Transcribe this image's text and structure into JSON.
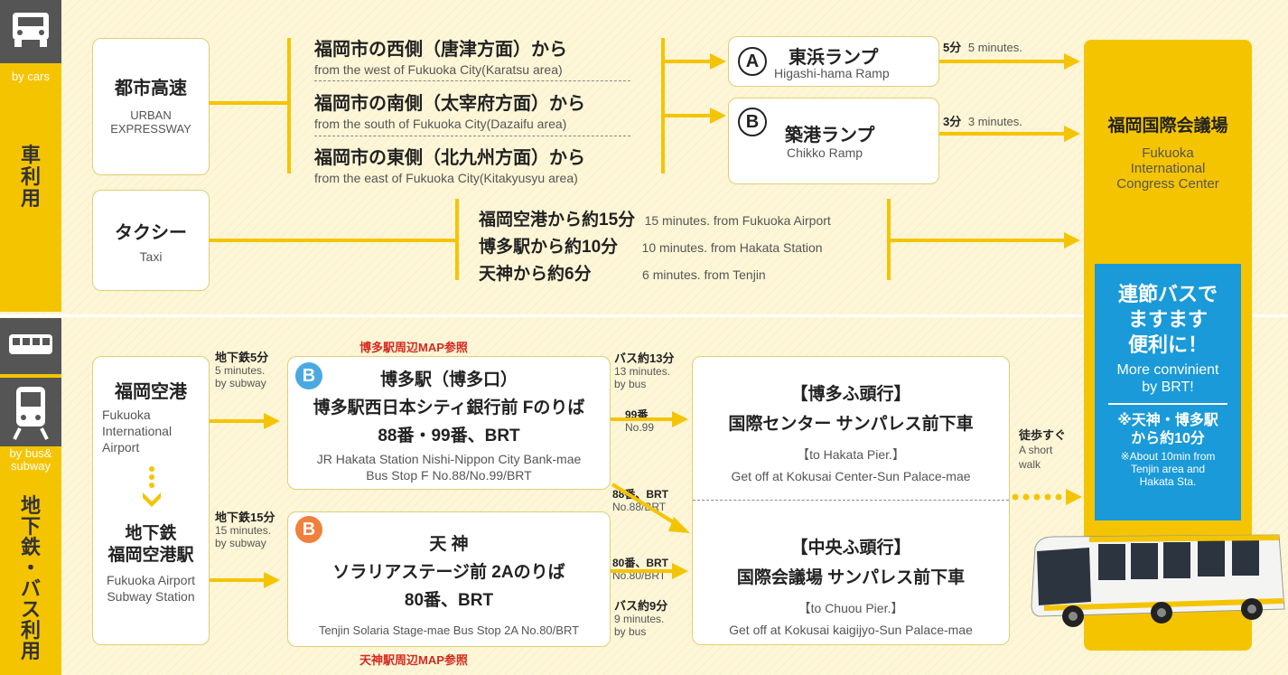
{
  "cars": {
    "label_en": "by cars",
    "label_jp": "車利用",
    "urban": {
      "jp": "都市高速",
      "en1": "URBAN",
      "en2": "EXPRESSWAY"
    },
    "routes": [
      {
        "jp": "福岡市の西側（唐津方面）から",
        "en": "from the west of Fukuoka City(Karatsu area)"
      },
      {
        "jp": "福岡市の南側（太宰府方面）から",
        "en": "from the south of Fukuoka City(Dazaifu area)"
      },
      {
        "jp": "福岡市の東側（北九州方面）から",
        "en": "from the east of Fukuoka City(Kitakyusyu area)"
      }
    ],
    "ramp_a": {
      "mark": "A",
      "jp": "東浜ランプ",
      "en": "Higashi-hama Ramp",
      "time_jp": "5分",
      "time_en": "5 minutes."
    },
    "ramp_b": {
      "mark": "B",
      "jp": "築港ランプ",
      "en": "Chikko Ramp",
      "time_jp": "3分",
      "time_en": "3 minutes."
    },
    "taxi": {
      "jp": "タクシー",
      "en": "Taxi"
    },
    "taxi_times": [
      {
        "jp": "福岡空港から約15分",
        "en": "15 minutes. from Fukuoka Airport"
      },
      {
        "jp": "博多駅から約10分",
        "en": "10 minutes. from Hakata Station"
      },
      {
        "jp": "天神から約6分",
        "en": "6 minutes. from Tenjin"
      }
    ]
  },
  "destination": {
    "jp": "福岡国際会議場",
    "en1": "Fukuoka",
    "en2": "International",
    "en3": "Congress Center"
  },
  "brt_panel": {
    "jp1": "連節バスで",
    "jp2": "ますます",
    "jp3": "便利に！",
    "en1": "More convinient",
    "en2": "by BRT!",
    "note_jp1": "※天神・博多駅",
    "note_jp2": "から約10分",
    "note_en1": "※About 10min from",
    "note_en2": "Tenjin area and",
    "note_en3": "Hakata Sta."
  },
  "bus": {
    "label_en1": "by bus&",
    "label_en2": "subway",
    "label_jp": "地下鉄・バス利用",
    "airport": {
      "jp": "福岡空港",
      "en1": "Fukuoka",
      "en2": "International",
      "en3": "Airport"
    },
    "subway_station": {
      "jp1": "地下鉄",
      "jp2": "福岡空港駅",
      "en1": "Fukuoka Airport",
      "en2": "Subway Station"
    },
    "subway5": {
      "jp": "地下鉄5分",
      "en1": "5 minutes.",
      "en2": "by subway"
    },
    "subway15": {
      "jp": "地下鉄15分",
      "en1": "15 minutes.",
      "en2": "by subway"
    },
    "hakata_map": "博多駅周辺MAP参照",
    "tenjin_map": "天神駅周辺MAP参照",
    "hakata_stop": {
      "mark": "B",
      "jp1": "博多駅（博多口）",
      "jp2": "博多駅西日本シティ銀行前 Fのりば",
      "jp3": "88番・99番、BRT",
      "en1": "JR Hakata Station Nishi-Nippon City Bank-mae",
      "en2": "Bus Stop F  No.88/No.99/BRT"
    },
    "tenjin_stop": {
      "mark": "B",
      "jp1": "天 神",
      "jp2": "ソラリアステージ前 2Aのりば",
      "jp3": "80番、BRT",
      "en1": "Tenjin  Solaria Stage-mae Bus Stop 2A  No.80/BRT"
    },
    "bus13": {
      "jp": "バス約13分",
      "en1": "13 minutes.",
      "en2": "by bus"
    },
    "no99": {
      "jp": "99番",
      "en": "No.99"
    },
    "no88": {
      "jp": "88番、BRT",
      "en": "No.88/BRT"
    },
    "no80": {
      "jp": "80番、BRT",
      "en": "No.80/BRT"
    },
    "bus9": {
      "jp": "バス約9分",
      "en1": "9 minutes.",
      "en2": "by bus"
    },
    "hakata_pier": {
      "jp1": "【博多ふ頭行】",
      "jp2": "国際センター サンパレス前下車",
      "en1": "【to Hakata Pier.】",
      "en2": "Get off at Kokusai Center-Sun Palace-mae"
    },
    "chuou_pier": {
      "jp1": "【中央ふ頭行】",
      "jp2": "国際会議場 サンパレス前下車",
      "en1": "【to Chuou Pier.】",
      "en2": "Get off at Kokusai kaigijyo-Sun Palace-mae"
    },
    "walk": {
      "jp": "徒歩すぐ",
      "en1": "A short",
      "en2": "walk"
    }
  },
  "colors": {
    "accent": "#f5c400",
    "sidebar_icon": "#555555",
    "brt_blue": "#1a9ad8",
    "map_ref_red": "#d6291f",
    "mark_blue": "#4aa9e0",
    "mark_orange": "#f0803c"
  }
}
